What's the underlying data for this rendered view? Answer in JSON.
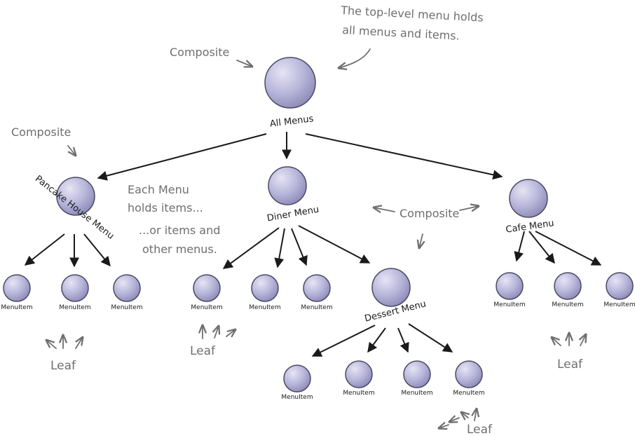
{
  "nodes": {
    "root": "All Menus",
    "pancake": "Pancake House Menu",
    "diner": "Diner Menu",
    "cafe": "Cafe Menu",
    "dessert": "Dessert Menu",
    "menu_item": "MenuItem"
  },
  "annotations": {
    "top_note_line1": "The top-level menu holds",
    "top_note_line2": "all menus and items.",
    "composite": "Composite",
    "each_menu_line1": "Each Menu",
    "each_menu_line2": "holds items...",
    "or_items_line1": "...or items and",
    "or_items_line2": "other menus.",
    "leaf": "Leaf"
  },
  "colors": {
    "node_fill": "#b8b6da",
    "node_stroke": "#4a4a66",
    "edge": "#1a1a1a",
    "annotation": "#6f6f6f"
  }
}
